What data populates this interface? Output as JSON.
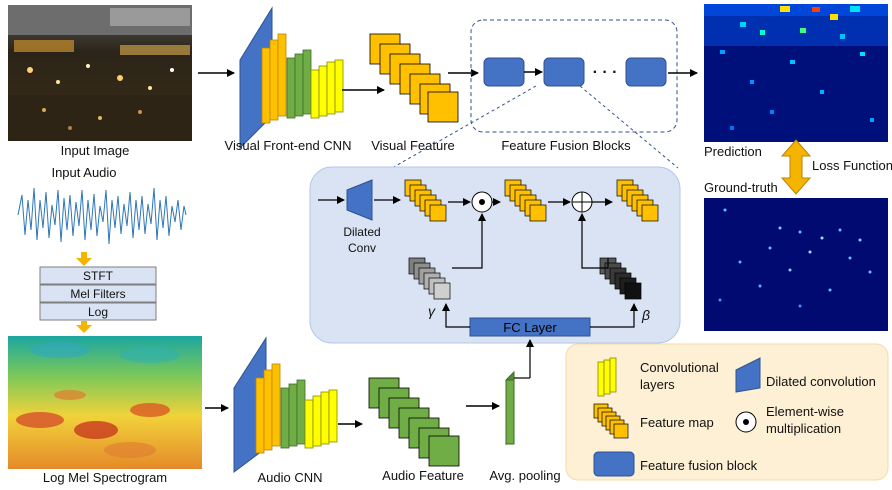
{
  "labels": {
    "input_image": "Input Image",
    "input_audio": "Input Audio",
    "visual_cnn": "Visual Front-end CNN",
    "visual_feature": "Visual Feature",
    "fusion_blocks": "Feature Fusion Blocks",
    "ellipsis": "· · ·",
    "prediction": "Prediction",
    "loss_function": "Loss Function",
    "ground_truth": "Ground-truth",
    "stft": "STFT",
    "mel_filters": "Mel Filters",
    "log": "Log",
    "log_mel": "Log Mel Spectrogram",
    "audio_cnn": "Audio CNN",
    "audio_feature": "Audio Feature",
    "avg_pooling": "Avg. pooling",
    "dilated_conv_1": "Dilated",
    "dilated_conv_2": "Conv",
    "gamma": "γ",
    "beta": "β",
    "fc_layer": "FC Layer"
  },
  "legend": {
    "conv_1": "Convolutional",
    "conv_2": "layers",
    "dilated": "Dilated convolution",
    "feature_map": "Feature map",
    "elem_1": "Element-wise",
    "elem_2": "multiplication",
    "fusion_block": "Feature fusion block"
  },
  "colors": {
    "conv_blue": "#4472c4",
    "orange": "#ffc000",
    "green": "#70ad47",
    "yellow": "#ffff00",
    "panel": "#dae3f3",
    "legend_bg": "#fdf0d5",
    "loss_arrow": "#f4b400"
  }
}
